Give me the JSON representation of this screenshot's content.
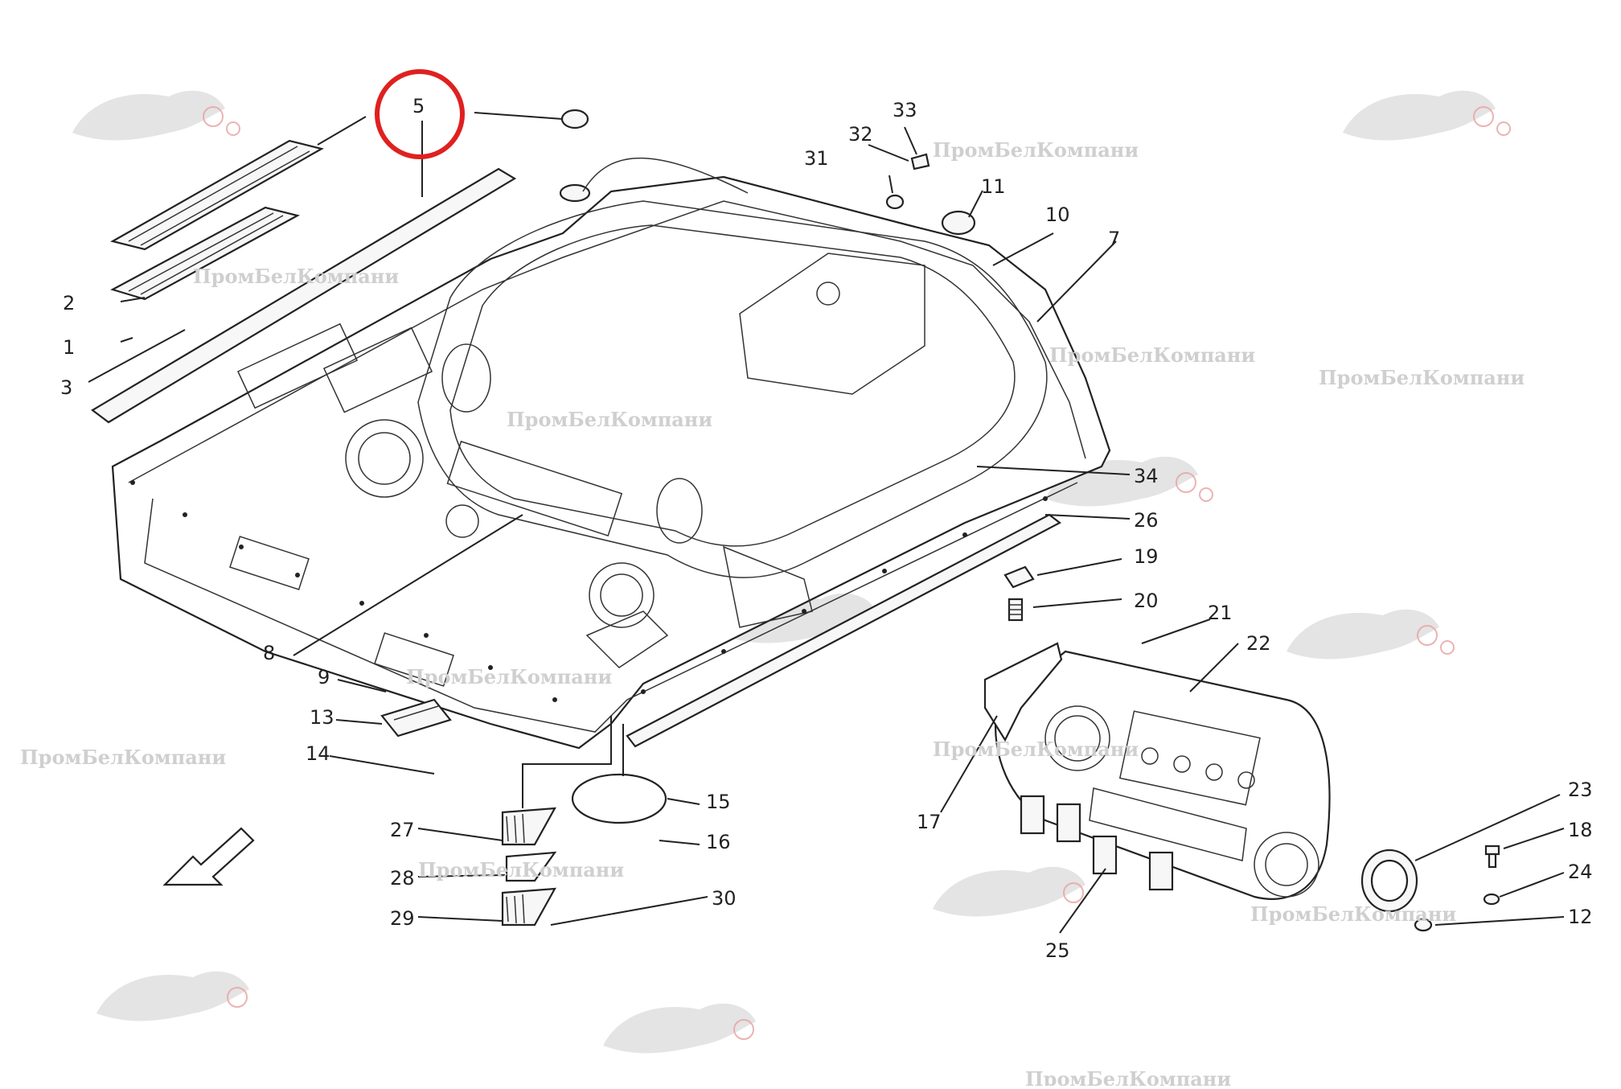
{
  "diagram": {
    "callouts": [
      "1",
      "2",
      "3",
      "5",
      "7",
      "8",
      "9",
      "10",
      "11",
      "12",
      "13",
      "14",
      "15",
      "16",
      "17",
      "18",
      "19",
      "20",
      "21",
      "22",
      "23",
      "24",
      "25",
      "26",
      "27",
      "28",
      "29",
      "30",
      "31",
      "32",
      "33",
      "34"
    ],
    "highlight": {
      "label": "5",
      "color": "#e02020"
    },
    "watermark_text": "ПромБелКомпани"
  }
}
